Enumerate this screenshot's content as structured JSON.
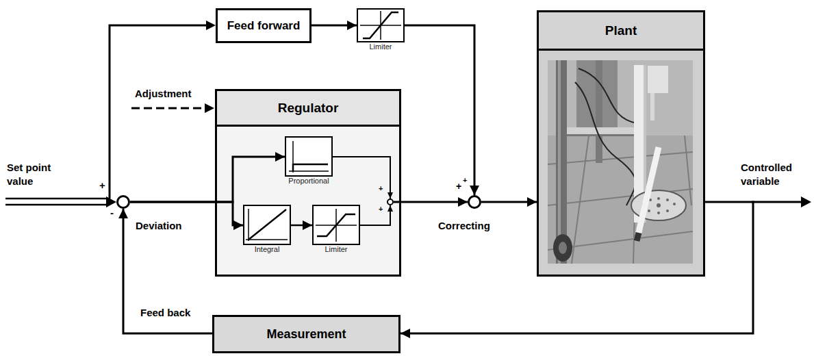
{
  "diagram": {
    "nodes": [
      {
        "text": [
          "Feed forward"
        ]
      },
      {
        "text": [
          "Limiter"
        ]
      },
      {
        "text": [
          "Plant"
        ]
      },
      {
        "text": [
          "Regulator"
        ]
      },
      {
        "text": [
          "Proportional"
        ],
        "in": 3
      },
      {
        "text": [
          "Integral"
        ],
        "in": 3
      },
      {
        "text": [
          "Limiter"
        ],
        "in": 3
      },
      {
        "text": [
          "+",
          "+"
        ],
        "in": 3
      },
      {
        "text": [
          "+",
          "-"
        ]
      },
      {
        "text": [
          "+",
          "+"
        ]
      },
      {
        "text": [
          "Measurement"
        ]
      }
    ],
    "edges": [
      {
        "from": 0,
        "to": 1,
        "arrow": "to"
      },
      {
        "from": 1,
        "to": 9,
        "arrow": "to"
      },
      {
        "from": 8,
        "to": 4,
        "arrow": "to"
      },
      {
        "from": 8,
        "to": 5,
        "arrow": "to"
      },
      {
        "from": 5,
        "to": 6,
        "arrow": "to"
      },
      {
        "from": 4,
        "to": 7,
        "arrow": "to"
      },
      {
        "from": 6,
        "to": 7,
        "arrow": "to"
      },
      {
        "from": 7,
        "to": 9,
        "arrow": "to"
      },
      {
        "from": 9,
        "to": 2,
        "arrow": "to"
      },
      {
        "from": 2,
        "to": 10,
        "arrow": "to"
      },
      {
        "from": 10,
        "to": 8,
        "arrow": "to"
      }
    ],
    "labels": [
      "Adjustment",
      "Set point value",
      "Deviation",
      "Correcting",
      "Controlled variable",
      "Feed back"
    ]
  }
}
